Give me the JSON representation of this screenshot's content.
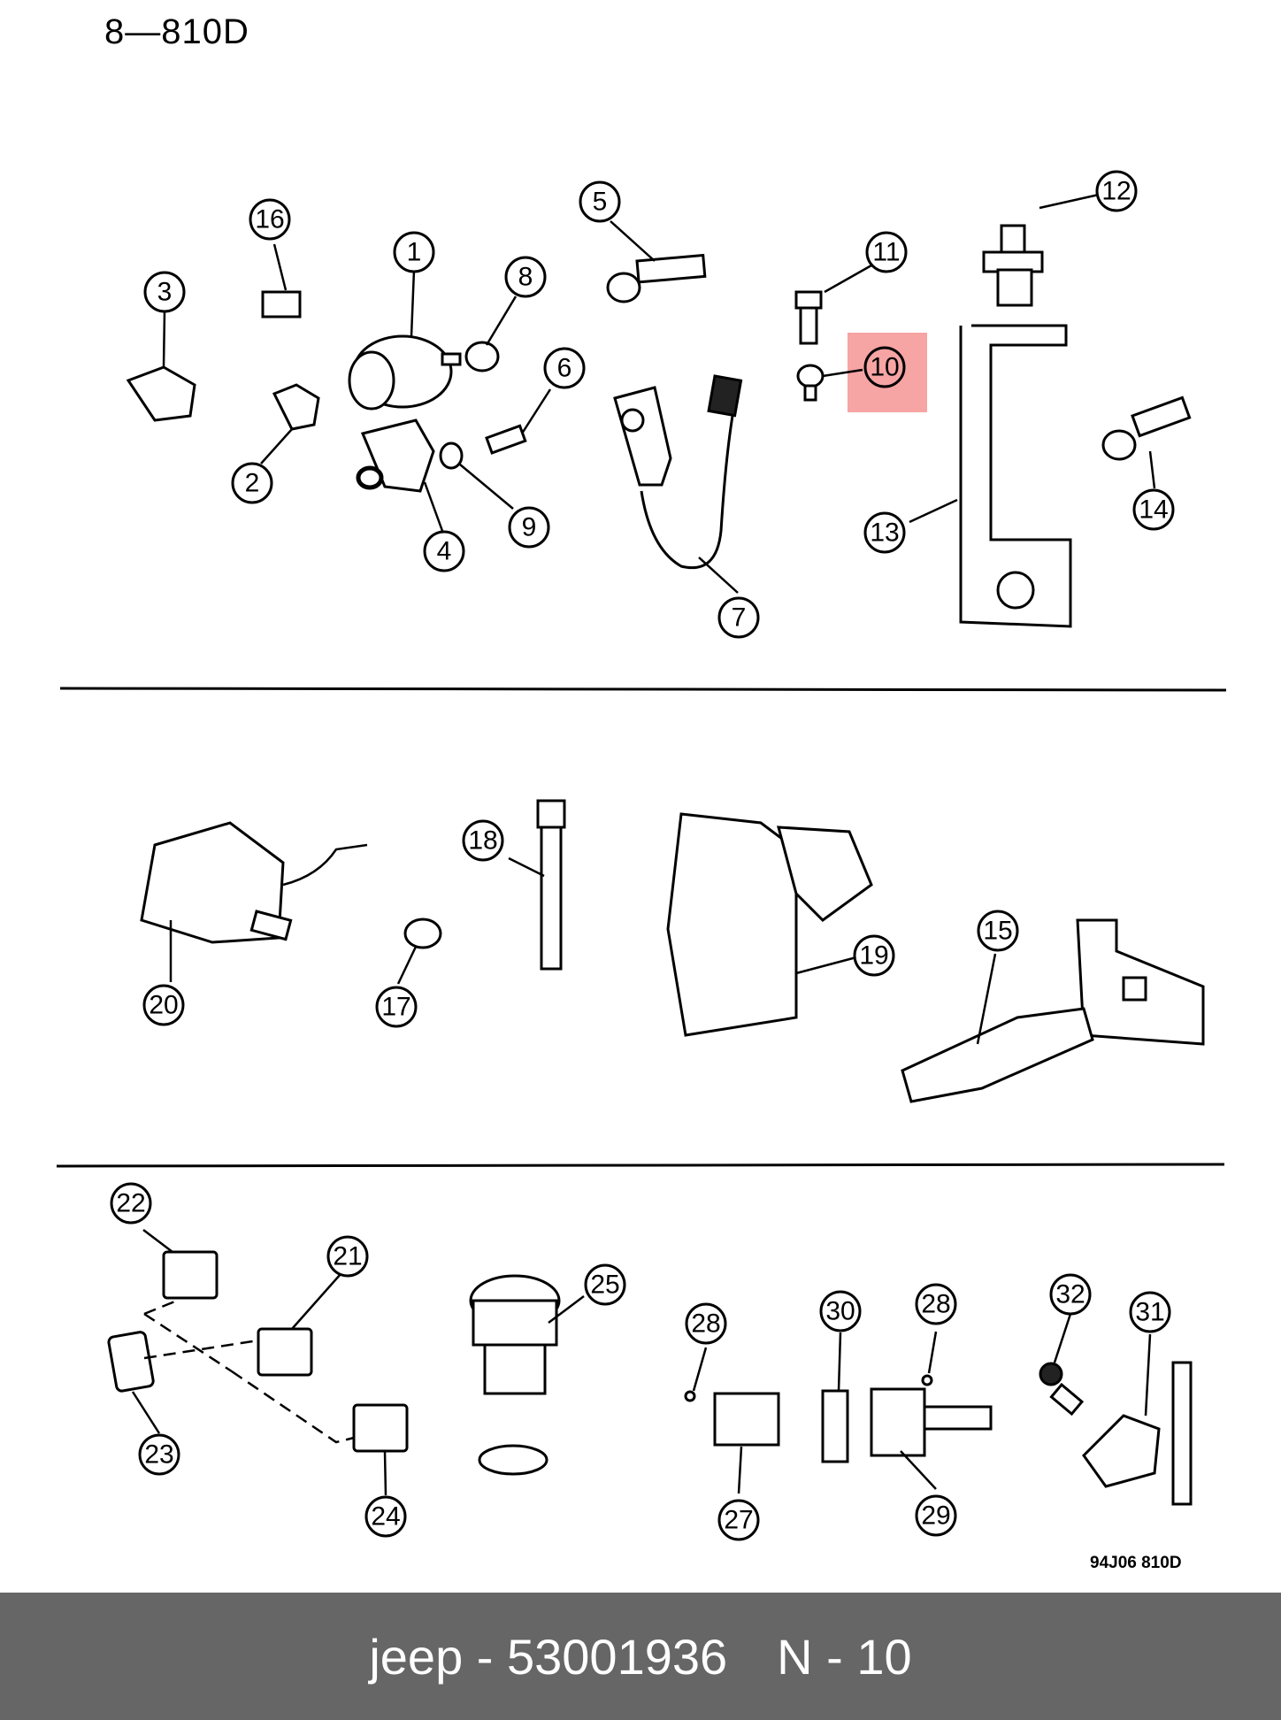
{
  "header": {
    "page_code": "8—810D"
  },
  "figure_code": "94J06  810D",
  "highlight": {
    "callout": "10",
    "color": "#f05a5a"
  },
  "callouts": [
    "1",
    "2",
    "3",
    "4",
    "5",
    "6",
    "7",
    "8",
    "9",
    "10",
    "11",
    "12",
    "13",
    "14",
    "15",
    "16",
    "17",
    "18",
    "19",
    "20",
    "21",
    "22",
    "23",
    "24",
    "25",
    "27",
    "28",
    "28",
    "29",
    "30",
    "31",
    "32"
  ],
  "footer": {
    "brand": "jeep",
    "separator": " - ",
    "part_number": "53001936",
    "position_label": "N - 10",
    "background": "#666666"
  }
}
